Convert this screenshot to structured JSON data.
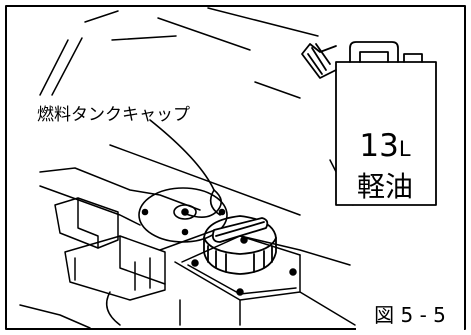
{
  "callout": {
    "label": "燃料タンクキャップ"
  },
  "fuel_can": {
    "capacity_value": "13",
    "capacity_unit": "L",
    "fuel_type": "軽油"
  },
  "figure": {
    "number": "図 5 - 5"
  },
  "icons": {
    "fuel_can": "fuel-can-icon",
    "fuel_cap": "fuel-tank-cap-icon"
  }
}
